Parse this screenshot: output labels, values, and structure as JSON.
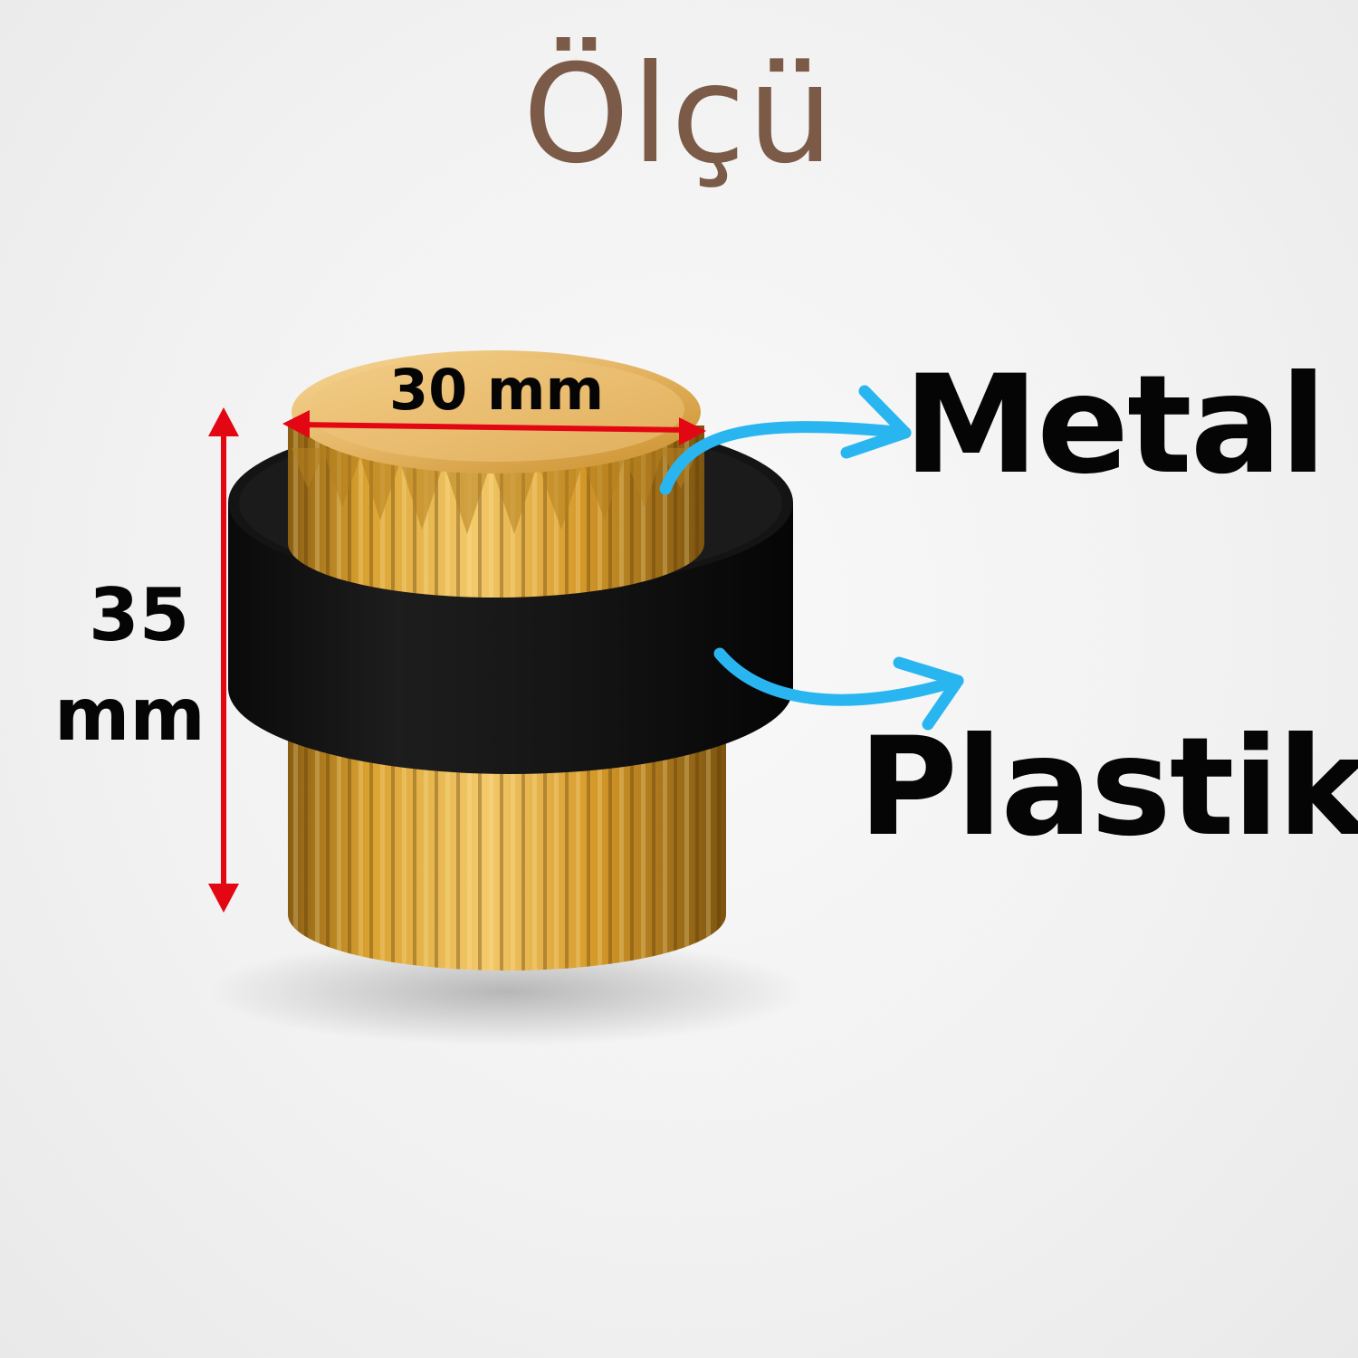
{
  "title": "Ölçü",
  "dimensions": {
    "width_label": "30 mm",
    "height_number": "35",
    "height_unit": "mm"
  },
  "materials": {
    "top": "Metal",
    "middle": "Plastik"
  },
  "colors": {
    "title": "#7b5a47",
    "gold": "#d9a441",
    "black_band": "#111111",
    "dimension_arrow": "#e30613",
    "pointer_arrow": "#29b6f0",
    "label_text": "#050505"
  }
}
